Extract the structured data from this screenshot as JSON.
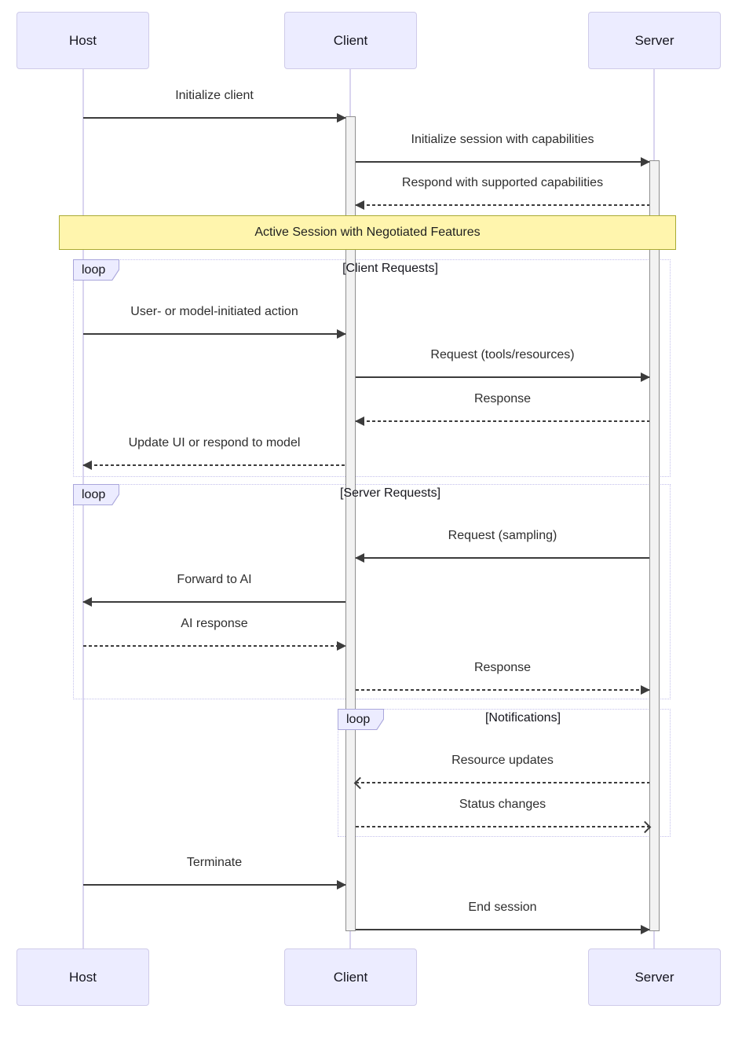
{
  "diagram": {
    "type": "sequence",
    "actors": [
      {
        "label": "Host"
      },
      {
        "label": "Client"
      },
      {
        "label": "Server"
      }
    ],
    "note": {
      "text": "Active Session with Negotiated Features"
    },
    "loops": [
      {
        "badge": "loop",
        "title": "[Client Requests]"
      },
      {
        "badge": "loop",
        "title": "[Server Requests]"
      },
      {
        "badge": "loop",
        "title": "[Notifications]"
      }
    ],
    "messages": [
      {
        "label": "Initialize client",
        "from": "Host",
        "to": "Client",
        "line": "solid",
        "arrow": "filled"
      },
      {
        "label": "Initialize session with capabilities",
        "from": "Client",
        "to": "Server",
        "line": "solid",
        "arrow": "filled"
      },
      {
        "label": "Respond with supported capabilities",
        "from": "Server",
        "to": "Client",
        "line": "dashed",
        "arrow": "filled"
      },
      {
        "label": "User- or model-initiated action",
        "from": "Host",
        "to": "Client",
        "line": "solid",
        "arrow": "filled"
      },
      {
        "label": "Request (tools/resources)",
        "from": "Client",
        "to": "Server",
        "line": "solid",
        "arrow": "filled"
      },
      {
        "label": "Response",
        "from": "Server",
        "to": "Client",
        "line": "dashed",
        "arrow": "filled"
      },
      {
        "label": "Update UI or respond to model",
        "from": "Client",
        "to": "Host",
        "line": "dashed",
        "arrow": "filled"
      },
      {
        "label": "Request (sampling)",
        "from": "Server",
        "to": "Client",
        "line": "solid",
        "arrow": "filled"
      },
      {
        "label": "Forward to AI",
        "from": "Client",
        "to": "Host",
        "line": "solid",
        "arrow": "filled"
      },
      {
        "label": "AI response",
        "from": "Host",
        "to": "Client",
        "line": "dashed",
        "arrow": "filled"
      },
      {
        "label": "Response",
        "from": "Client",
        "to": "Server",
        "line": "dashed",
        "arrow": "filled"
      },
      {
        "label": "Resource updates",
        "from": "Server",
        "to": "Client",
        "line": "dashed",
        "arrow": "open"
      },
      {
        "label": "Status changes",
        "from": "Client",
        "to": "Server",
        "line": "dashed",
        "arrow": "open"
      },
      {
        "label": "Terminate",
        "from": "Host",
        "to": "Client",
        "line": "solid",
        "arrow": "filled"
      },
      {
        "label": "End session",
        "from": "Client",
        "to": "Server",
        "line": "solid",
        "arrow": "filled"
      }
    ],
    "colors": {
      "actor_fill": "#ECECFF",
      "actor_border": "#CFCBE9",
      "lifeline": "#D9D4EF",
      "activation_fill": "#F2F2F2",
      "activation_border": "#8F8F8F",
      "note_fill": "#FFF5AD",
      "note_border": "#AAAA33",
      "loop_border": "#C3C0EC",
      "loop_badge_fill": "#ECECFF",
      "arrow": "#3C3C3C",
      "text": "#2E2E2E"
    }
  }
}
